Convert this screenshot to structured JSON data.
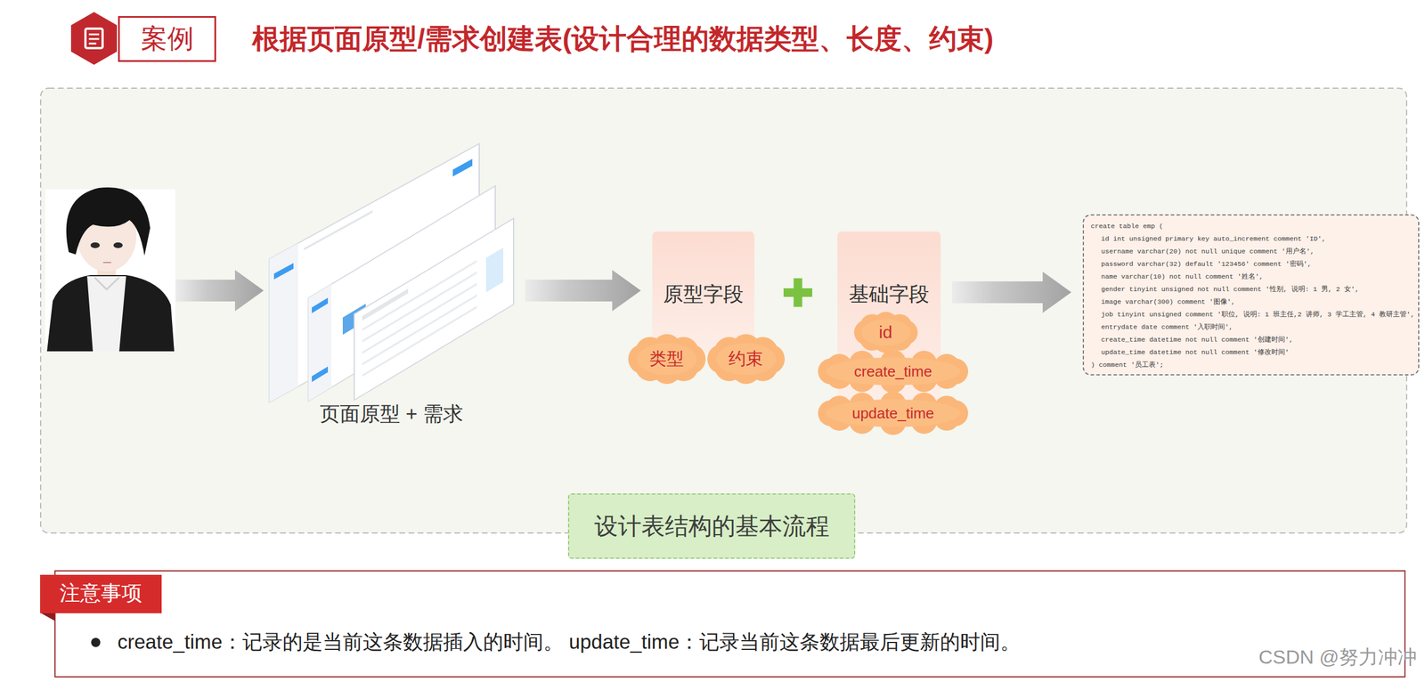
{
  "diagram": {
    "title": "根据页面原型/需求创建表(设计合理的数据类型、长度、约束)",
    "nodes": [
      {
        "text": [
          "案例"
        ]
      },
      {
        "text": [
          "页面原型 + 需求"
        ]
      },
      {
        "text": [
          "原型字段"
        ]
      },
      {
        "text": [
          "类型"
        ]
      },
      {
        "text": [
          "约束"
        ]
      },
      {
        "text": [
          "基础字段"
        ]
      },
      {
        "text": [
          "id"
        ],
        "in": 5
      },
      {
        "text": [
          "create_time"
        ]
      },
      {
        "text": [
          "update_time"
        ]
      },
      {
        "text": [
          "create table emp (",
          "id int unsigned primary key auto_increment comment 'ID',",
          "username varchar(20) not null unique comment '用户名',",
          "password varchar(32) default '123456' comment '密码',",
          "name varchar(10) not null comment '姓名',",
          "gender tinyint unsigned not null comment '性别, 说明: 1 男, 2 女',",
          "image varchar(300) comment '图像',",
          "job tinyint unsigned comment '职位, 说明: 1 班主任,2 讲师, 3 学工主管, 4 教研主管',",
          "entrydate date comment '入职时间',",
          "create_time datetime not null comment '创建时间',",
          "update_time datetime not null comment '修改时间'",
          ") comment '员工表';"
        ]
      },
      {
        "text": [
          "设计表结构的基本流程"
        ]
      },
      {
        "text": [
          "注意事项",
          "create_time：记录的是当前这条数据插入的时间。 update_time：记录当前这条数据最后更新的时间。"
        ]
      }
    ],
    "edges": [
      {
        "from": 1,
        "to": 2,
        "arrow": "to"
      },
      {
        "from": 5,
        "to": 9,
        "arrow": "to"
      }
    ],
    "labels": [
      "CSDN @努力冲冲"
    ]
  }
}
